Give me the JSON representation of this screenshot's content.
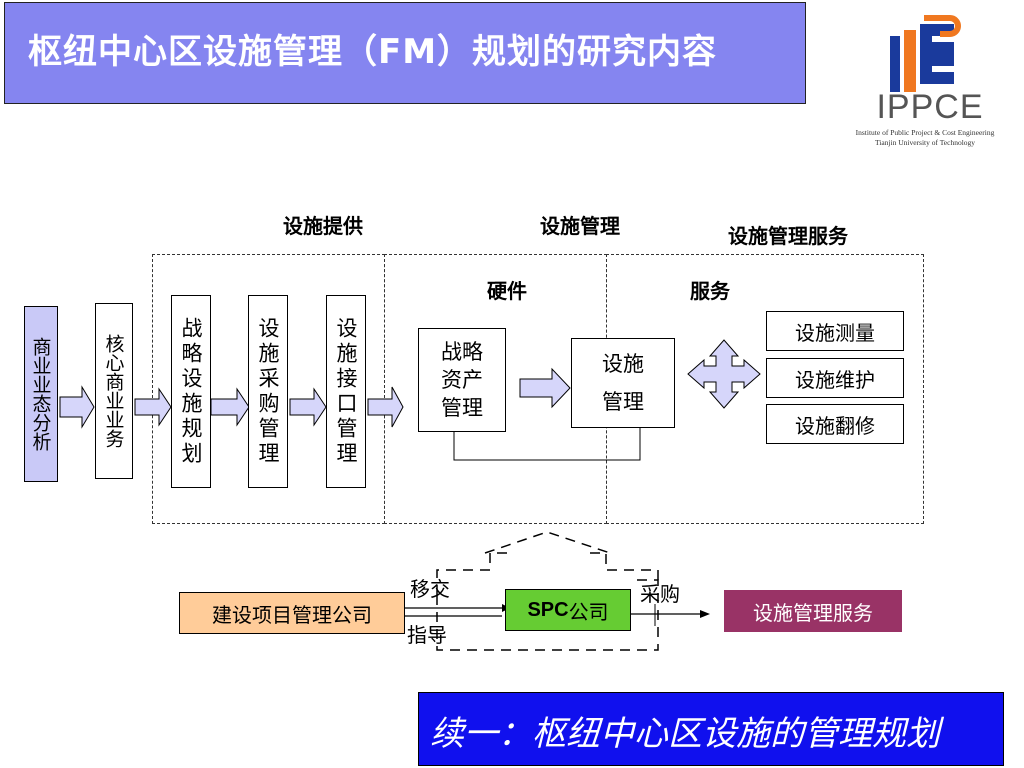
{
  "title": "枢纽中心区设施管理（FM）规划的研究内容",
  "logo": {
    "name": "IPPCE",
    "subtitle_line1": "Institute of Public Project & Cost Engineering",
    "subtitle_line2": "Tianjin University of Technology"
  },
  "sections": {
    "provide": "设施提供",
    "manage": "设施管理",
    "service": "设施管理服务",
    "hardware": "硬件",
    "services": "服务"
  },
  "chain": {
    "business_analysis": "商业业态分析",
    "core_business": "核心商业业务",
    "strategic_planning": "战略设施规划",
    "procurement": "设施采购管理",
    "interface": "设施接口管理"
  },
  "hardware": {
    "strategic_asset": "战略资产管理",
    "facility_mgmt_line1": "设施",
    "facility_mgmt_line2": "管理"
  },
  "services_list": [
    "设施测量",
    "设施维护",
    "设施翻修"
  ],
  "bottom_flow": {
    "construction_company": "建设项目管理公司",
    "handover": "移交",
    "guidance": "指导",
    "spc": "SPC",
    "spc_suffix": "公司",
    "procurement": "采购",
    "fm_service": "设施管理服务"
  },
  "footer": "续一：枢纽中心区设施的管理规划",
  "colors": {
    "title_bg": "#8585f0",
    "business_box": "#c9c9f7",
    "arrow_fill": "#d6d6fa",
    "construction_box": "#ffcc99",
    "spc_box": "#66cc33",
    "fm_service_box": "#993366",
    "footer_bg": "#1010ee"
  }
}
